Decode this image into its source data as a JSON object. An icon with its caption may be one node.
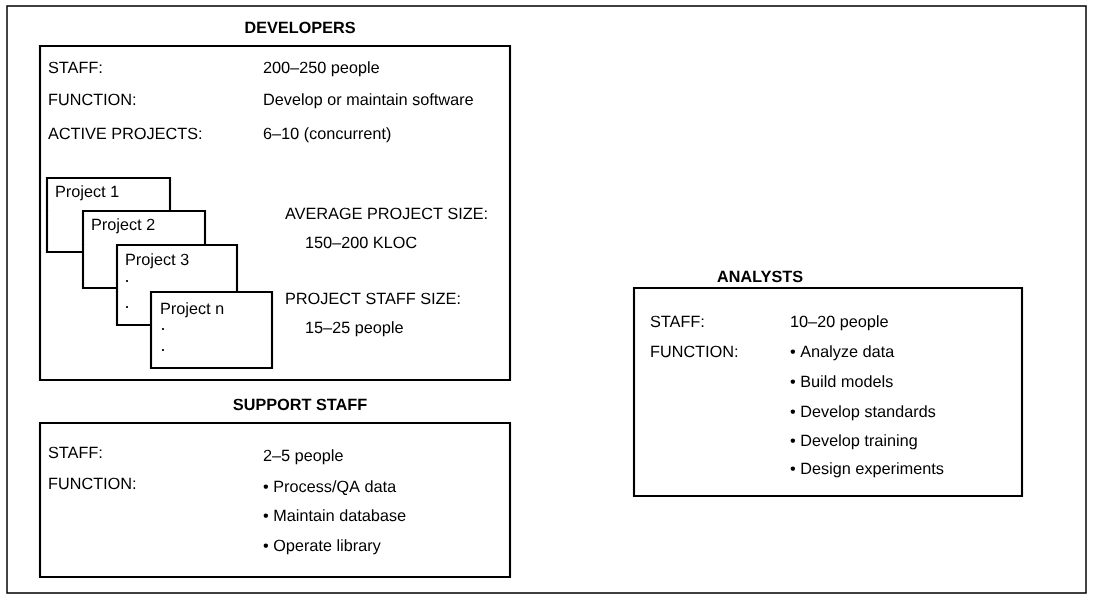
{
  "diagram": {
    "nodes": [
      {
        "text": [
          "DEVELOPERS",
          "STAFF:",
          "200–250 people",
          "FUNCTION:",
          "Develop or maintain software",
          "ACTIVE PROJECTS:",
          "6–10 (concurrent)",
          "AVERAGE PROJECT SIZE:",
          "150–200 KLOC",
          "PROJECT STAFF SIZE:",
          "15–25 people"
        ]
      },
      {
        "text": [
          "Project 1"
        ],
        "in": 0
      },
      {
        "text": [
          "Project 2"
        ],
        "in": 0
      },
      {
        "text": [
          "Project 3"
        ],
        "in": 0
      },
      {
        "text": [
          "Project n"
        ],
        "in": 0
      },
      {
        "text": [
          "ANALYSTS",
          "STAFF:",
          "10–20 people",
          "FUNCTION:",
          "• Analyze data",
          "• Build models",
          "• Develop standards",
          "• Develop training",
          "• Design experiments"
        ]
      },
      {
        "text": [
          "SUPPORT STAFF",
          "STAFF:",
          "2–5 people",
          "FUNCTION:",
          "• Process/QA data",
          "• Maintain database",
          "• Operate library"
        ]
      }
    ]
  }
}
